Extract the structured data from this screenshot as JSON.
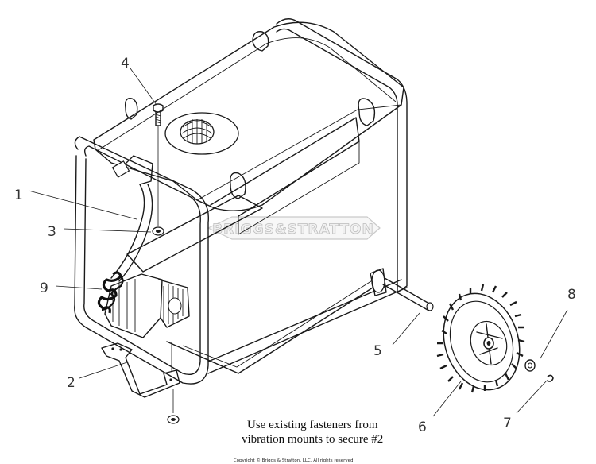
{
  "callouts": {
    "n1": "1",
    "n2": "2",
    "n3": "3",
    "n4": "4",
    "n5": "5",
    "n6": "6",
    "n7": "7",
    "n8": "8",
    "n9": "9"
  },
  "note": {
    "line1": "Use existing fasteners from",
    "line2": "vibration mounts to secure #2"
  },
  "watermark": "BRIGGS&STRATTON",
  "copyright": "Copyright © Briggs & Stratton, LLC. All rights reserved."
}
